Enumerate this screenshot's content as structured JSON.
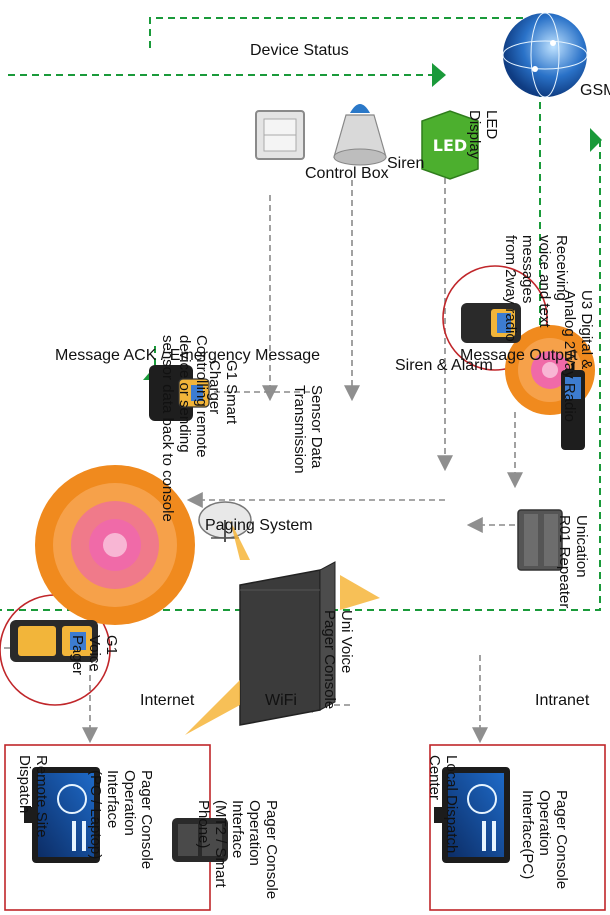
{
  "colors": {
    "dash_green": "#1a9a3a",
    "dash_gray": "#8a8a8a",
    "arrow_gray": "#8f8f8f",
    "red_outline": "#c0262a",
    "orange": "#f08a1e",
    "pink": "#f06aa8",
    "globe": "#2a72c8",
    "led_green": "#4caf2e"
  },
  "labels": {
    "message_ack": "Message ACK / Emergency Message",
    "controlling": "Controlling remote\ndevice or sending\nsensor data back to console",
    "device_status": "Device Status",
    "control_box": "Control Box",
    "siren": "Siren",
    "led_display": "LED\nDisplay",
    "gsm": "GSM Network",
    "g1_charger": "G1 Smart\nCharger",
    "sensor_tx": "Sensor Data\nTransmission",
    "siren_alarm": "Siren & Alarm",
    "message_output": "Message Output",
    "receiving": "Receiving\nvoice and text\nmessages\nfrom 2way radio",
    "u3": "U3 Digital &\nAnalog 2Way Radio",
    "paging_system": "Paging System",
    "g1_voice_pager": "G1\nVoice\nPager",
    "internet": "Internet",
    "wifi": "WiFi",
    "uni_console": "Uni Voice\nPager Console",
    "repeater": "Unication\nR01 Repeater",
    "intranet": "Intranet",
    "remote_site": "Remote Site\nDispatch",
    "pc_laptop": "Pager Console\nOperation\nInterface\n(PC / Laptop)",
    "mt2": "Pager Console\nOperation\nInterface\n(MT2 / Smart\nPhone)",
    "local_center": "Local Dispatch\nCenter",
    "local_pc": "Pager Console\nOperation\nInterface(PC)",
    "led_screen_text": "LED"
  }
}
